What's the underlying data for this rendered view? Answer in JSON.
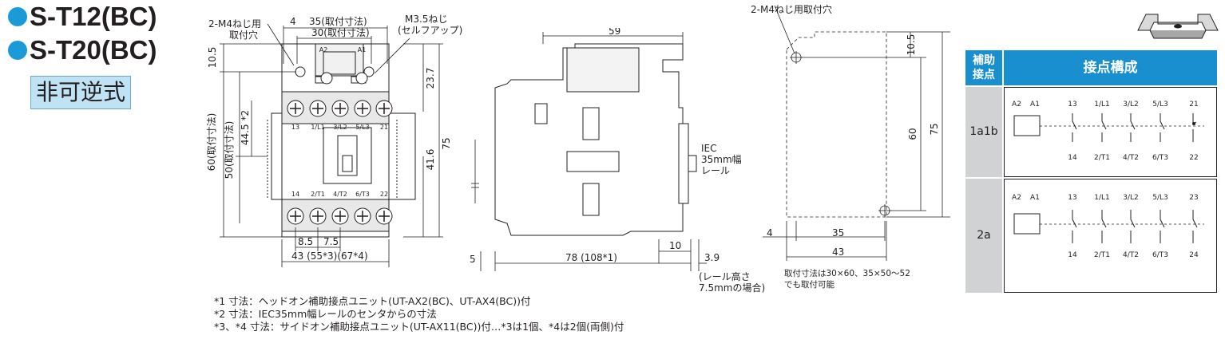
{
  "models": [
    "S-T12(BC)",
    "S-T20(BC)"
  ],
  "type_badge": "非可逆式",
  "front_view": {
    "labels": {
      "mount_hole": "2-M4ねじ用\n取付穴",
      "screw": "M3.5ねじ\n(セルフアップ)",
      "dim_4": "4",
      "dim_35": "35(取付寸法)",
      "dim_30": "30(取付寸法)",
      "dim_10_5": "10.5",
      "dim_44_5": "44.5 *2",
      "dim_60": "60(取付寸法)",
      "dim_50": "50(取付寸法)",
      "dim_23_7": "23.7",
      "dim_41_6": "41.6",
      "dim_75": "75",
      "dim_8_5": "8.5",
      "dim_7_5": "7.5",
      "dim_43": "43 (55*3)(67*4)"
    },
    "top_terminals": [
      "13",
      "1/L1",
      "3/L2",
      "5/L3",
      "21"
    ],
    "bottom_terminals": [
      "14",
      "2/T1",
      "4/T2",
      "6/T3",
      "22"
    ],
    "coil_terminals": [
      "A2",
      "A1"
    ]
  },
  "side_view": {
    "dim_59": "59",
    "dim_5": "5",
    "dim_78": "78 (108*1)",
    "dim_10": "10",
    "dim_3_9": "3.9",
    "rail_label": "IEC\n35mm幅\nレール",
    "rail_note": "(レール高さ\n7.5mmの場合)"
  },
  "mount_view": {
    "hole_label": "2-M4ねじ用取付穴",
    "dim_10_5": "10.5",
    "dim_60": "60",
    "dim_75": "75",
    "dim_4": "4",
    "dim_35": "35",
    "dim_43": "43",
    "note": "取付寸法は30×60、35×50〜52\nでも取付可能"
  },
  "contact_table": {
    "header_left": "補助\n接点",
    "header_right": "接点構成",
    "rows": [
      {
        "name": "1a1b",
        "top": [
          "A2",
          "A1",
          "13",
          "1/L1",
          "3/L2",
          "5/L3",
          "21"
        ],
        "bottom": [
          "14",
          "2/T1",
          "4/T2",
          "6/T3",
          "22"
        ]
      },
      {
        "name": "2a",
        "top": [
          "A2",
          "A1",
          "13",
          "1/L1",
          "3/L2",
          "5/L3",
          "23"
        ],
        "bottom": [
          "14",
          "2/T1",
          "4/T2",
          "6/T3",
          "24"
        ]
      }
    ]
  },
  "notes": [
    "*1 寸法：ヘッドオン補助接点ユニット(UT-AX2(BC)、UT-AX4(BC))付",
    "*2 寸法：IEC35mm幅レールのセンタからの寸法",
    "*3、*4 寸法：サイドオン補助接点ユニット(UT-AX11(BC))付…*3は1個、*4は2個(両側)付"
  ]
}
